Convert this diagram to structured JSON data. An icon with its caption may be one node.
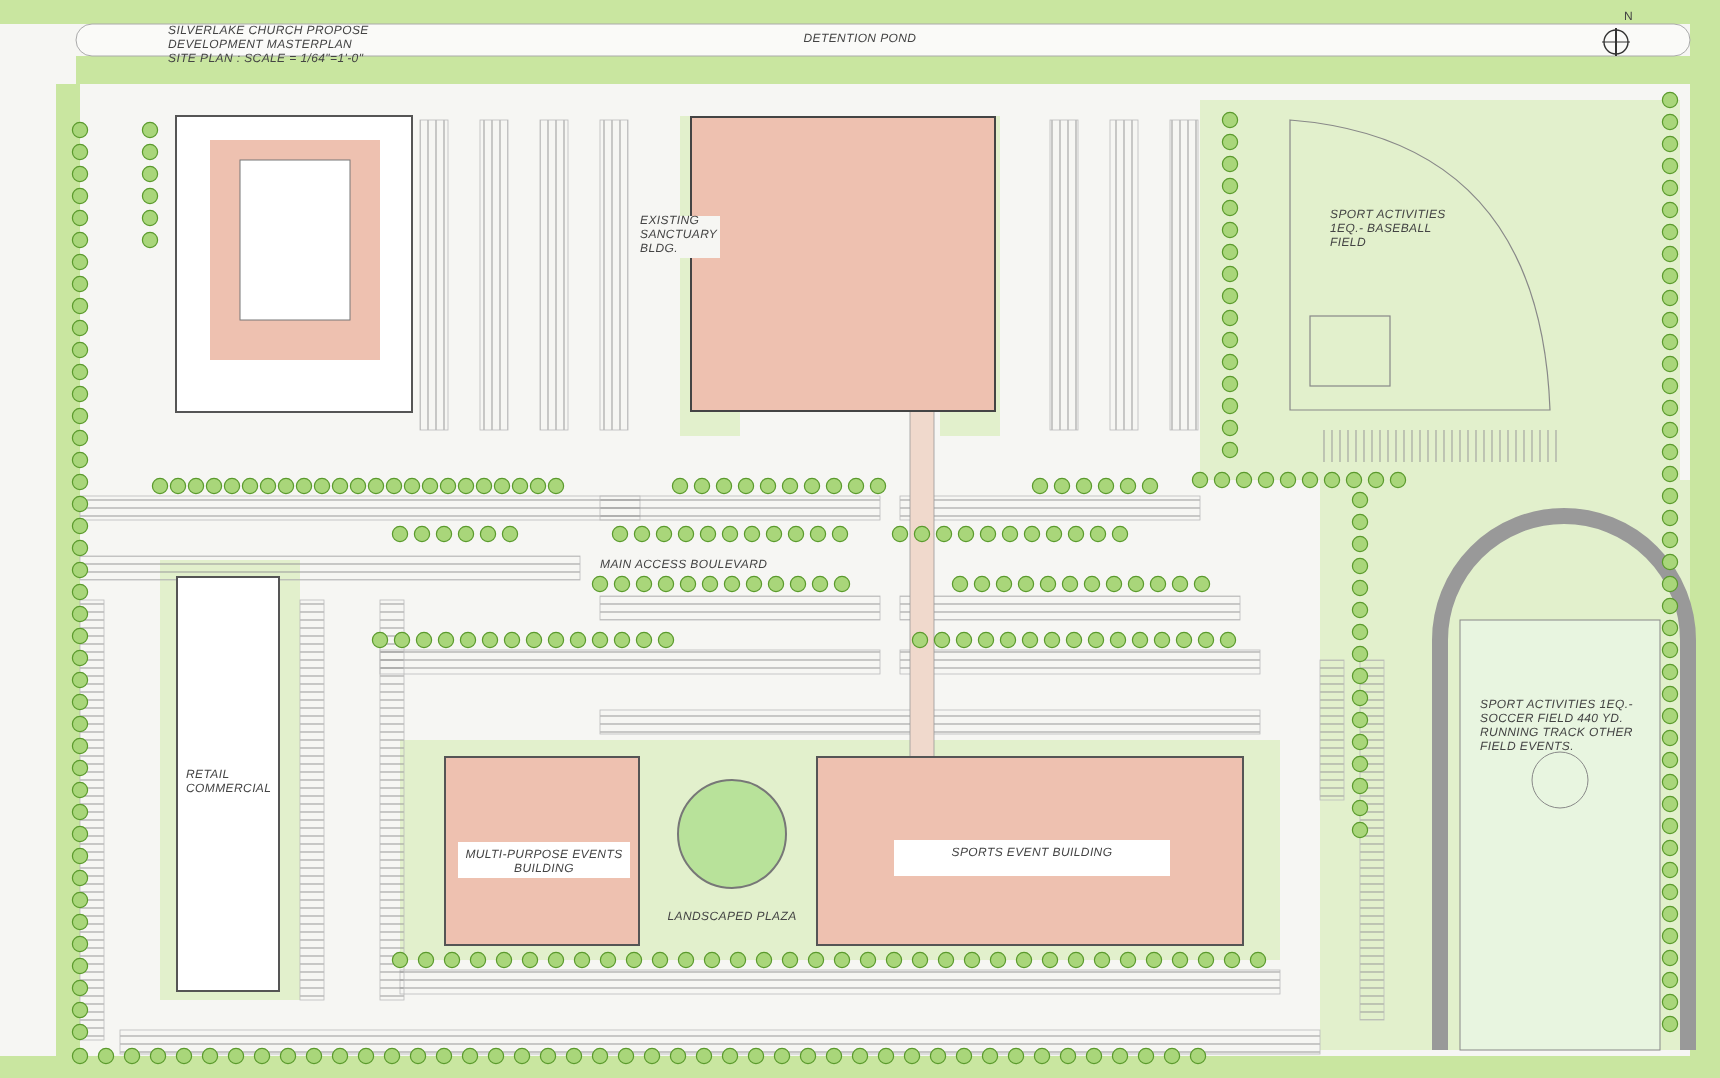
{
  "diagram": {
    "title": "SILVERLAKE CHURCH PROPOSE DEVELOPMENT MASTERPLAN",
    "nodes": [
      {
        "text": [
          "DETENTION POND"
        ]
      },
      {
        "text": [
          "EXISTING SANCTUARY BLDG."
        ]
      },
      {
        "text": [
          "SPORT ACTIVITIES 1EQ.- BASEBALL FIELD"
        ]
      },
      {
        "text": [
          "MAIN ACCESS BOULEVARD"
        ]
      },
      {
        "text": [
          "RETAIL COMMERCIAL"
        ]
      },
      {
        "text": [
          "MULTI-PURPOSE EVENTS BUILDING"
        ]
      },
      {
        "text": [
          "LANDSCAPED PLAZA"
        ]
      },
      {
        "text": [
          "SPORTS EVENT BUILDING"
        ]
      },
      {
        "text": [
          "SPORT ACTIVITIES 1EQ.- SOCCER FIELD 440 YD. RUNNING TRACK OTHER FIELD EVENTS."
        ]
      }
    ],
    "labels": [
      "SITE PLAN : SCALE = 1/64\"=1'-0\"",
      "N"
    ]
  }
}
